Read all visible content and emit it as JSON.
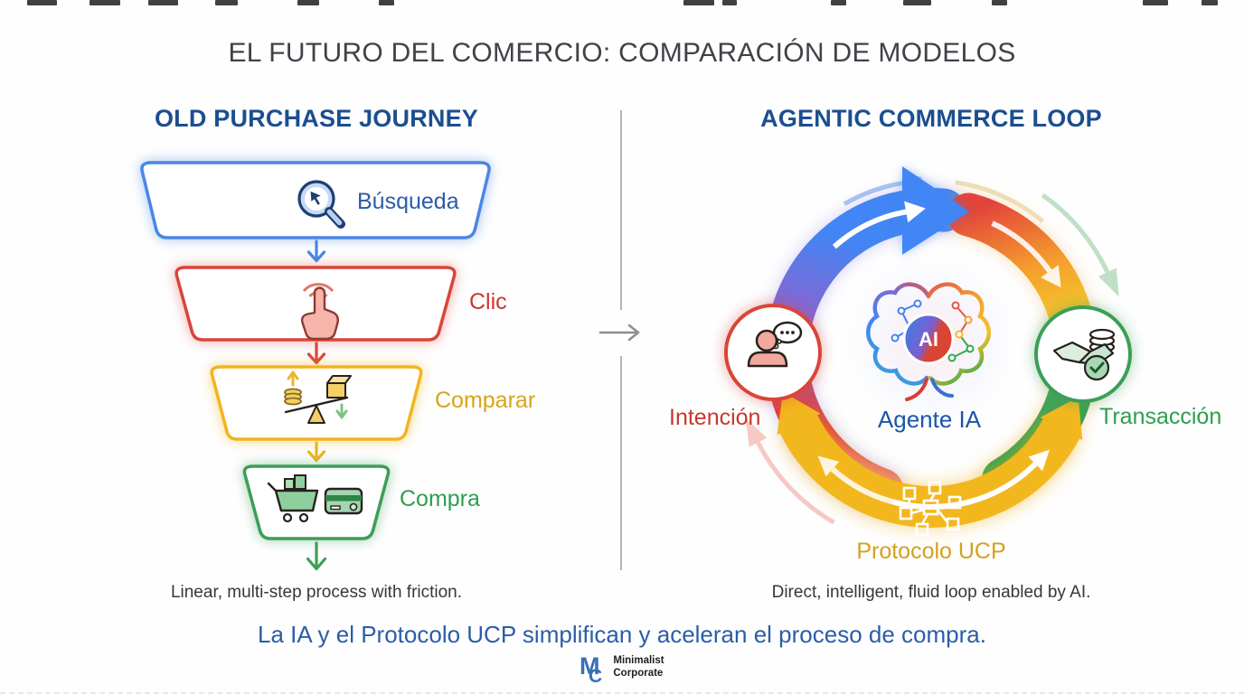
{
  "title": "EL FUTURO DEL COMERCIO: COMPARACIÓN DE MODELOS",
  "left_panel": {
    "heading": "OLD PURCHASE JOURNEY",
    "caption": "Linear, multi-step process with friction.",
    "steps": [
      {
        "label": "Búsqueda",
        "icon": "magnifier-cursor-icon",
        "color": "#4a86e8",
        "label_color": "#2b5ca8",
        "label_position": "inside"
      },
      {
        "label": "Clic",
        "icon": "tap-click-icon",
        "color": "#d9453a",
        "label_color": "#c8382e",
        "label_position": "outside-right"
      },
      {
        "label": "Comparar",
        "icon": "balance-compare-icon",
        "color": "#f2b41e",
        "label_color": "#d9a31c",
        "label_position": "outside-right"
      },
      {
        "label": "Compra",
        "icon": "cart-card-icon",
        "color": "#3d9e56",
        "label_color": "#2e9e50",
        "label_position": "outside-right"
      }
    ]
  },
  "divider": {
    "icon": "right-arrow-icon"
  },
  "right_panel": {
    "heading": "AGENTIC COMMERCE LOOP",
    "caption": "Direct, intelligent, fluid loop enabled by AI.",
    "center": {
      "label": "Agente IA",
      "badge": "AI",
      "icon": "ai-brain-icon"
    },
    "nodes": [
      {
        "label": "Intención",
        "icon": "user-intent-icon",
        "color": "#d9453a",
        "position": "left"
      },
      {
        "label": "Transacción",
        "icon": "handshake-payment-icon",
        "color": "#3d9e56",
        "position": "right"
      },
      {
        "label": "Protocolo UCP",
        "icon": "ucp-network-icon",
        "color": "#f3b71e",
        "position": "bottom"
      }
    ]
  },
  "footer": {
    "tagline": "La IA y el Protocolo UCP simplifican y aceleran el proceso de compra.",
    "logo": {
      "m": "M",
      "c": "C",
      "lines": [
        "Minimalist",
        "Corporate"
      ]
    }
  },
  "colors": {
    "title": "#3f4247",
    "heading": "#1b4e8f",
    "tagline": "#2a5da8",
    "caption": "#333a35",
    "blue": "#4285f4",
    "red": "#d9453a",
    "gold": "#f3b71e",
    "green": "#34a853"
  }
}
